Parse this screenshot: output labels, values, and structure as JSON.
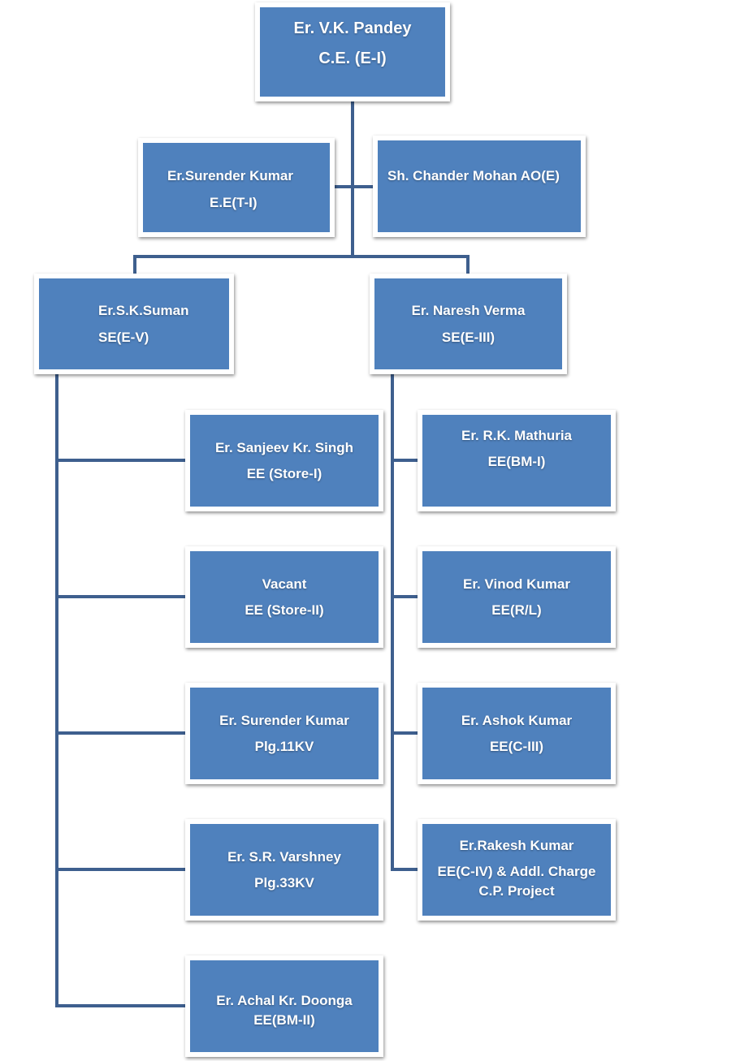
{
  "colors": {
    "box_fill": "#4f81bd",
    "connector": "#3e5f8e",
    "text": "#ffffff"
  },
  "root": {
    "name": "Er. V.K. Pandey",
    "designation": "C.E. (E-I)"
  },
  "staff": [
    {
      "name": "Er.Surender Kumar",
      "designation": "E.E(T-I)"
    },
    {
      "name": "Sh.  Chander Mohan AO(E)"
    }
  ],
  "branches": [
    {
      "head": {
        "name": "Er.S.K.Suman",
        "designation": "SE(E-V)"
      },
      "reports": [
        {
          "name": "Er. Sanjeev Kr. Singh",
          "designation": "EE (Store-I)"
        },
        {
          "name": "Vacant",
          "designation": "EE (Store-II)"
        },
        {
          "name": "Er. Surender Kumar",
          "designation": "Plg.11KV"
        },
        {
          "name": "Er. S.R. Varshney",
          "designation": "Plg.33KV"
        },
        {
          "name": "Er. Achal Kr. Doonga",
          "designation": "EE(BM-II)"
        }
      ]
    },
    {
      "head": {
        "name": "Er. Naresh Verma",
        "designation": "SE(E-III)"
      },
      "reports": [
        {
          "name": "Er. R.K. Mathuria",
          "designation": "EE(BM-I)"
        },
        {
          "name": "Er. Vinod  Kumar",
          "designation": "EE(R/L)"
        },
        {
          "name": "Er. Ashok Kumar",
          "designation": "EE(C-III)"
        },
        {
          "name": "Er.Rakesh Kumar",
          "designation": "EE(C-IV) & Addl. Charge",
          "designation_2": "C.P. Project"
        }
      ]
    }
  ]
}
